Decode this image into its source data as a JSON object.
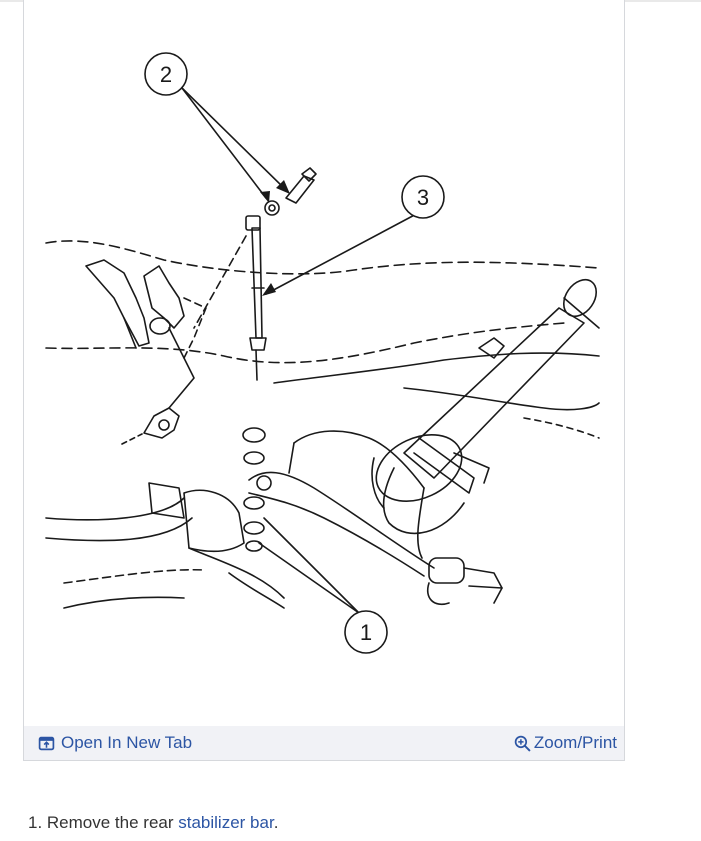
{
  "figure": {
    "callouts": [
      "1",
      "2",
      "3"
    ],
    "toolbar": {
      "open_new_tab": "Open In New Tab",
      "zoom_print": "Zoom/Print",
      "open_icon": "open-new-tab-icon",
      "zoom_icon": "zoom-in-icon"
    },
    "colors": {
      "link": "#2c55a4",
      "toolbar_bg": "#f1f2f6",
      "border": "#d6d8dc"
    }
  },
  "instructions": {
    "step1_prefix": "1. Remove the rear ",
    "step1_link": "stabilizer bar",
    "step1_suffix": "."
  }
}
